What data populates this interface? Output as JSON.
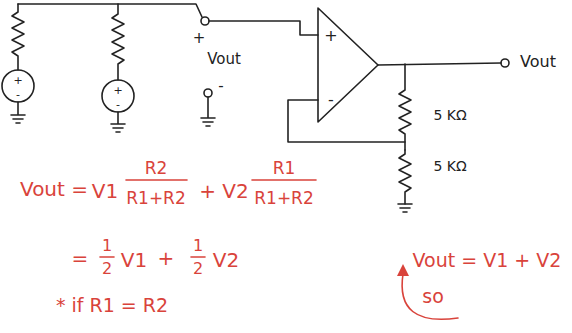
{
  "diagram": {
    "labels": [
      "+",
      "-",
      "+",
      "-",
      "+",
      "Vout",
      "-",
      "+",
      "-",
      "Vout",
      "5 KΩ",
      "5 KΩ",
      "Vout =",
      "V1",
      "R2",
      "R1+R2",
      "+ V2",
      "R1",
      "R1+R2",
      "=",
      "1",
      "2",
      "V1",
      "+",
      "1",
      "2",
      "V2",
      "* if R1 = R2",
      "Vout = V1 + V2",
      "so"
    ]
  }
}
